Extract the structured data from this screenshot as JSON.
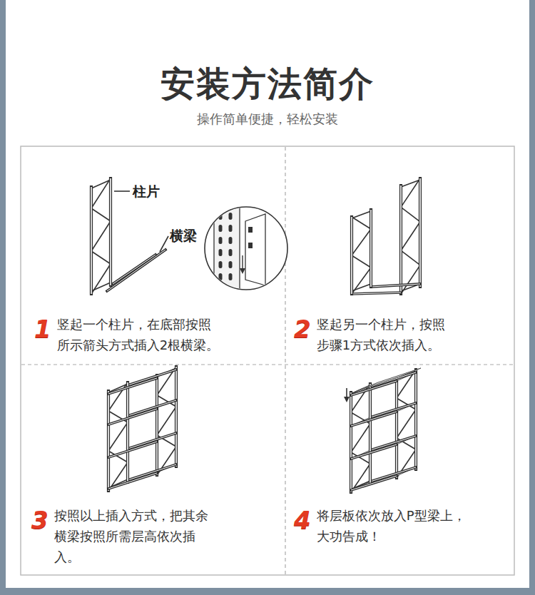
{
  "diagram": {
    "title": "安装方法简介",
    "nodes": [
      {
        "text": [
          "1",
          "竖起一个柱片，在底部按照 所示箭头方式插入2根横梁。"
        ]
      },
      {
        "text": [
          "2",
          "竖起另一个柱片，按照 步骤1方式依次插入。"
        ]
      },
      {
        "text": [
          "3",
          "按照以上插入方式，把其余 横梁按照所需层高依次插入。"
        ]
      },
      {
        "text": [
          "4",
          "将层板依次放入P型梁上， 大功告成！"
        ]
      }
    ],
    "labels": [
      "操作简单便捷，轻松安装",
      "柱片",
      "横梁"
    ]
  }
}
